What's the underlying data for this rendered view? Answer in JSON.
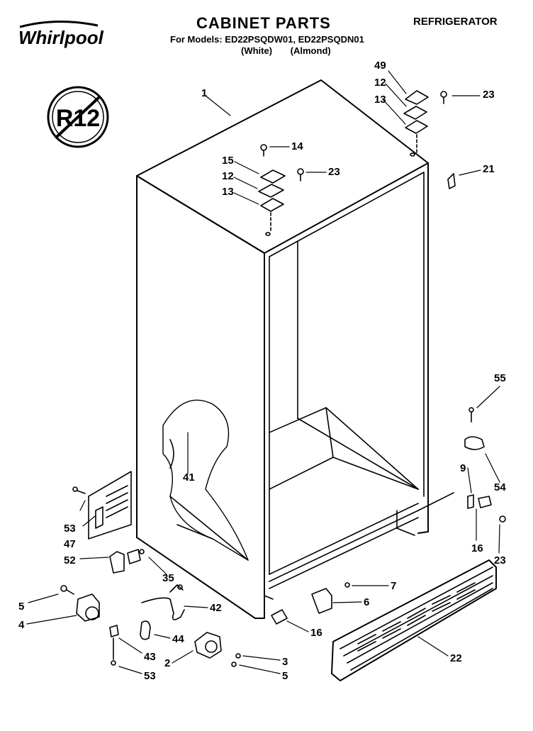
{
  "header": {
    "title": "CABINET PARTS",
    "category": "REFRIGERATOR",
    "models_line": "For Models: ED22PSQDW01, ED22PSQDN01",
    "variant_white": "(White)",
    "variant_almond": "(Almond)",
    "brand": "Whirlpool"
  },
  "badge": {
    "text": "R12"
  },
  "callouts": [
    "1",
    "49",
    "12",
    "13",
    "23",
    "21",
    "14",
    "15",
    "12",
    "23",
    "13",
    "41",
    "55",
    "9",
    "54",
    "53",
    "47",
    "52",
    "35",
    "16",
    "23",
    "5",
    "4",
    "42",
    "7",
    "6",
    "16",
    "22",
    "44",
    "43",
    "2",
    "3",
    "5",
    "53"
  ]
}
